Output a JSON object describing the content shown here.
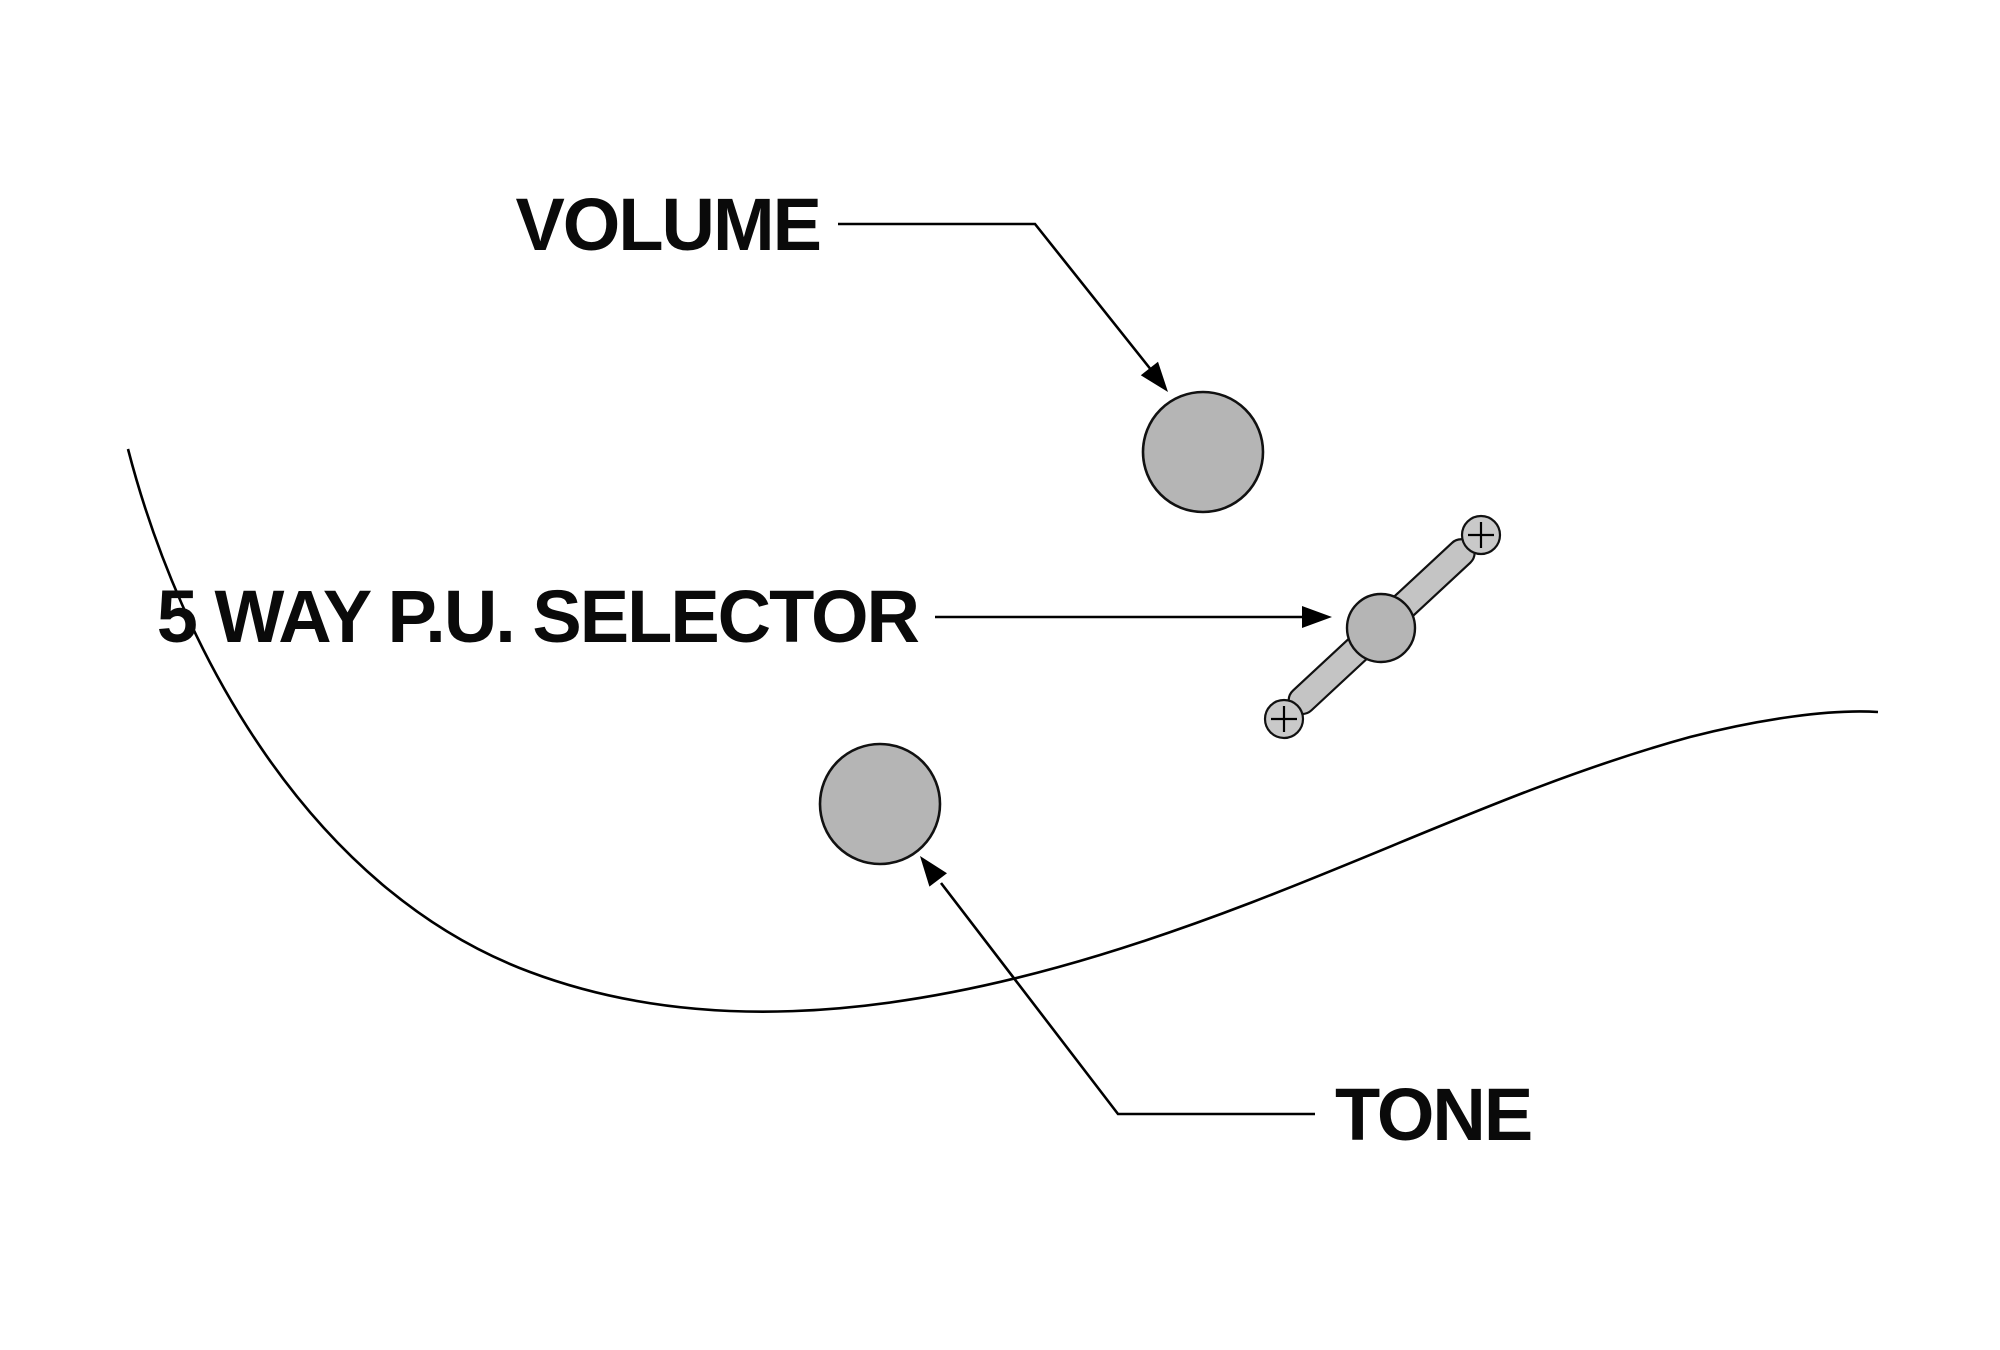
{
  "diagram": {
    "title": "guitar-controls-diagram",
    "labels": {
      "volume": "VOLUME",
      "selector": "5 WAY P.U. SELECTOR",
      "tone": "TONE"
    },
    "colors": {
      "background": "#ffffff",
      "knob_fill": "#b5b5b5",
      "switch_bar_fill": "#c4c4c4",
      "switch_knob_fill": "#b5b5b5",
      "screw_fill": "#c9c9c9",
      "line": "#000000"
    }
  }
}
